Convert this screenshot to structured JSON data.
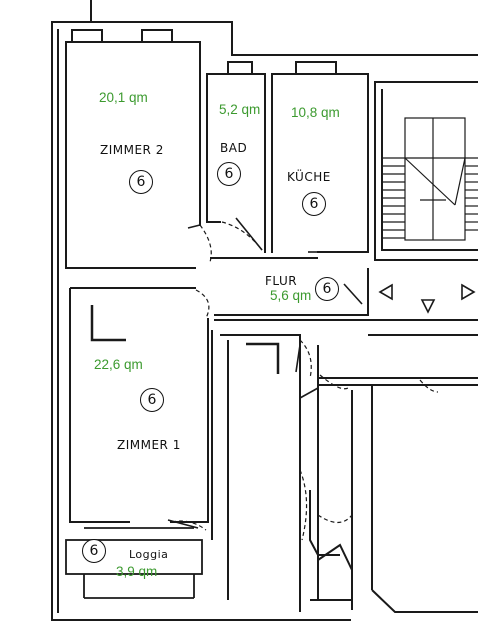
{
  "colors": {
    "wall": "#1a1a1a",
    "area_text": "#3c9a2f",
    "background": "#ffffff"
  },
  "rooms": {
    "zimmer2": {
      "name": "ZIMMER  2",
      "area": "20,1 qm",
      "badge": "6"
    },
    "bad": {
      "name": "BAD",
      "area": "5,2 qm",
      "badge": "6"
    },
    "kueche": {
      "name": "KÜCHE",
      "area": "10,8 qm",
      "badge": "6"
    },
    "flur": {
      "name": "FLUR",
      "area": "5,6 qm",
      "badge": "6"
    },
    "zimmer1": {
      "name": "ZIMMER  1",
      "area": "22,6 qm",
      "badge": "6"
    },
    "loggia": {
      "name": "Loggia",
      "area": "3,9 qm",
      "badge": "6"
    }
  }
}
